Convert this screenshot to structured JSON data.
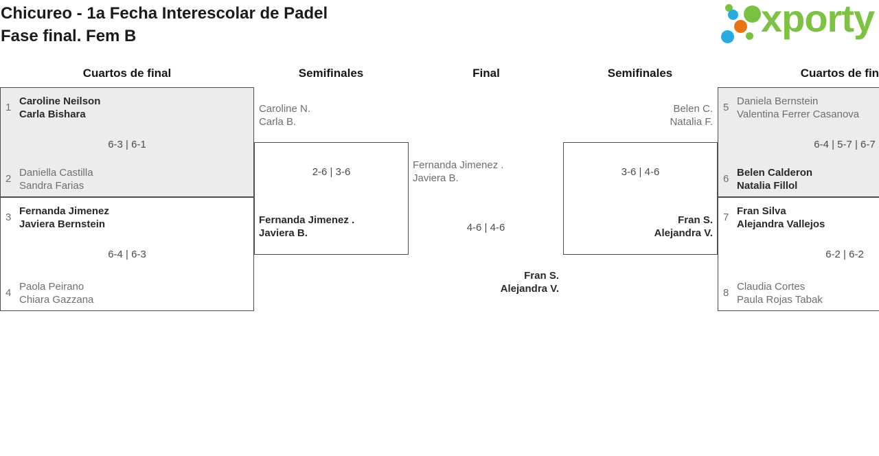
{
  "page": {
    "title_line1": "Chicureo - 1a Fecha Interescolar de Padel",
    "title_line2": "Fase final. Fem B",
    "logo_text": "xporty",
    "brand_colors": {
      "green": "#7ac143",
      "blue": "#29aae1",
      "orange": "#e87511"
    }
  },
  "round_headers": [
    "Cuartos de final",
    "Semifinales",
    "Final",
    "Semifinales",
    "Cuartos de final"
  ],
  "matches": {
    "qf_left_top": {
      "seed_top": "1",
      "top": {
        "p1": "Caroline Neilson",
        "p2": "Carla Bishara"
      },
      "score": "6-3 | 6-1",
      "seed_bottom": "2",
      "bottom": {
        "p1": "Daniella Castilla",
        "p2": "Sandra Farias"
      }
    },
    "qf_left_bottom": {
      "seed_top": "3",
      "top": {
        "p1": "Fernanda Jimenez",
        "p2": "Javiera Bernstein"
      },
      "score": "6-4 | 6-3",
      "seed_bottom": "4",
      "bottom": {
        "p1": "Paola Peirano",
        "p2": "Chiara Gazzana"
      }
    },
    "sf_left": {
      "top": {
        "p1": "Caroline N.",
        "p2": "Carla B."
      },
      "score": "2-6 | 3-6",
      "bottom": {
        "p1": "Fernanda Jimenez .",
        "p2": "Javiera B."
      }
    },
    "final": {
      "left": {
        "p1": "Fernanda Jimenez .",
        "p2": "Javiera B."
      },
      "score": "4-6 | 4-6",
      "winner": {
        "p1": "Fran S.",
        "p2": "Alejandra V."
      }
    },
    "sf_right": {
      "top": {
        "p1": "Belen C.",
        "p2": "Natalia F."
      },
      "score": "3-6 | 4-6",
      "bottom": {
        "p1": "Fran S.",
        "p2": "Alejandra V."
      }
    },
    "qf_right_top": {
      "seed_top": "5",
      "top": {
        "p1": "Daniela Bernstein",
        "p2": "Valentina Ferrer Casanova"
      },
      "score": "6-4 | 5-7 | 6-7",
      "seed_bottom": "6",
      "bottom": {
        "p1": "Belen Calderon",
        "p2": "Natalia Fillol"
      }
    },
    "qf_right_bottom": {
      "seed_top": "7",
      "top": {
        "p1": "Fran Silva",
        "p2": "Alejandra Vallejos"
      },
      "score": "6-2 | 6-2",
      "seed_bottom": "8",
      "bottom": {
        "p1": "Claudia Cortes",
        "p2": "Paula Rojas Tabak"
      }
    }
  }
}
